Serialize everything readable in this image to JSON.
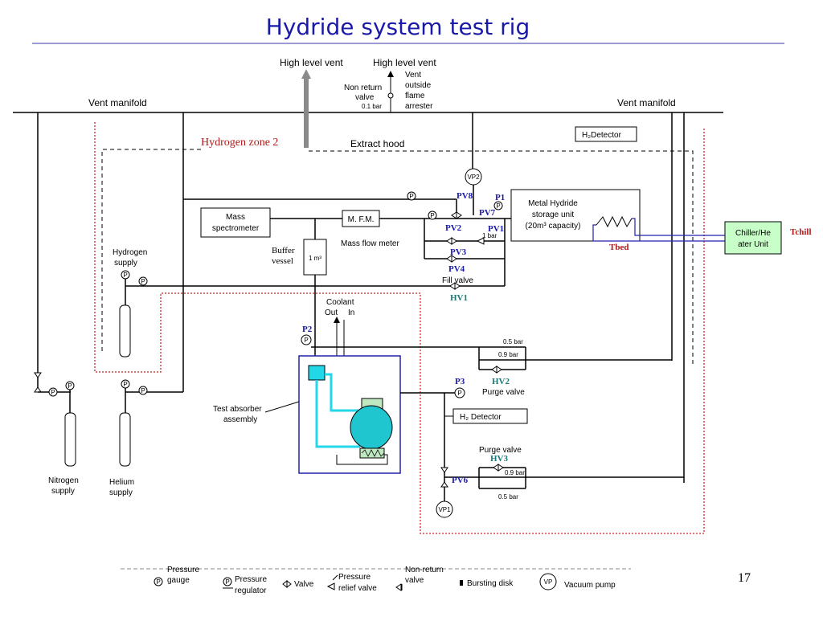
{
  "title": "Hydride system test rig",
  "page_number": "17",
  "labels": {
    "high_level_vent_1": "High level vent",
    "high_level_vent_2": "High level vent",
    "vent_outside_1": "Vent",
    "vent_outside_2": "outside",
    "vent_outside_3": "flame",
    "vent_outside_4": "arrester",
    "non_return_1": "Non return",
    "non_return_2": "valve",
    "non_return_bar": "0.1 bar",
    "vent_manifold_left": "Vent manifold",
    "vent_manifold_right": "Vent manifold",
    "hydrogen_zone": "Hydrogen zone 2",
    "extract_hood": "Extract hood",
    "h2_detector_top": "H₂Detector",
    "mass_spec_1": "Mass",
    "mass_spec_2": "spectrometer",
    "mfm": "M. F.M.",
    "mass_flow_meter": "Mass flow meter",
    "buffer_1": "Buffer",
    "buffer_2": "vessel",
    "buffer_vol": "1 m³",
    "metal_hydride_1": "Metal Hydride",
    "metal_hydride_2": "storage unit",
    "metal_hydride_3": "(20m³ capacity)",
    "chiller_1": "Chiller/He",
    "chiller_2": "ater Unit",
    "tchill": "Tchill",
    "tbed": "Tbed",
    "hydrogen_supply_1": "Hydrogen",
    "hydrogen_supply_2": "supply",
    "fill_valve": "Fill valve",
    "coolant": "Coolant",
    "coolant_out": "Out",
    "coolant_in": "In",
    "test_absorber_1": "Test absorber",
    "test_absorber_2": "assembly",
    "purge_valve_1": "Purge valve",
    "purge_valve_2": "Purge valve",
    "h2_detector_bottom": "H₂ Detector",
    "nitrogen_1": "Nitrogen",
    "nitrogen_2": "supply",
    "helium_1": "Helium",
    "helium_2": "supply",
    "bar_05_a": "0.5 bar",
    "bar_09_a": "0.9 bar",
    "bar_09_b": "0.9 bar",
    "bar_05_b": "0.5 bar",
    "bar_1": "1 bar",
    "p_symbol": "P",
    "vp1": "VP1",
    "vp2": "VP2"
  },
  "tags": {
    "PV8": "PV8",
    "PV7": "PV7",
    "P1": "P1",
    "PV1": "PV1",
    "PV2": "PV2",
    "PV3": "PV3",
    "PV4": "PV4",
    "HV1": "HV1",
    "HV2": "HV2",
    "HV3": "HV3",
    "P2": "P2",
    "P3": "P3",
    "PV6": "PV6"
  },
  "legend": {
    "pressure_gauge_1": "Pressure",
    "pressure_gauge_2": "gauge",
    "pressure_regulator_1": "Pressure",
    "pressure_regulator_2": "regulator",
    "valve": "Valve",
    "relief_1": "Pressure",
    "relief_2": "relief valve",
    "non_return_1": "Non-return",
    "non_return_2": "valve",
    "bursting_disk": "Bursting disk",
    "vacuum_pump": "Vacuum pump",
    "vp": "VP"
  },
  "colors": {
    "title": "#1a1aa8",
    "zone_red": "#cc2222",
    "cyan": "#22d8e8",
    "vessel_fill": "#1fc6cf",
    "hood_fill": "#bfe8c0",
    "chiller_fill": "#c8ffc8",
    "box_blue": "#2222aa",
    "vent_arrow": "#8a8a8a"
  }
}
